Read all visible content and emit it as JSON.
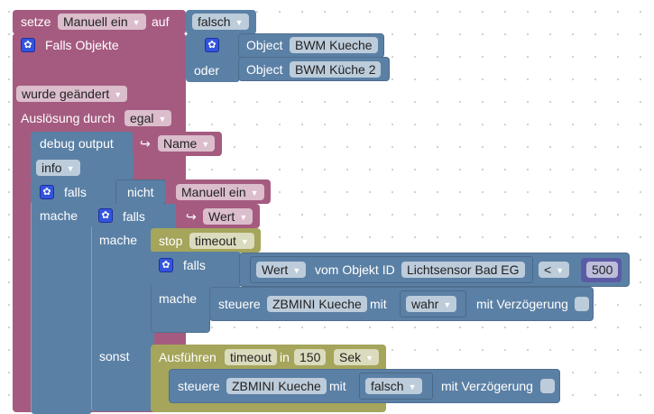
{
  "colors": {
    "variables": "#a55b80",
    "logic": "#5b80a5",
    "timeouts": "#a5a55b",
    "math": "#5b5ba5"
  },
  "set_var": {
    "label": "setze",
    "variable": "Manuell ein",
    "to_label": "auf",
    "value": "falsch"
  },
  "trigger": {
    "label": "Falls Objekte",
    "or_label": "oder",
    "objects": [
      {
        "prefix": "Object",
        "name": "BWM Kueche"
      },
      {
        "prefix": "Object",
        "name": "BWM Küche 2"
      }
    ],
    "condition": "wurde geändert",
    "ack_label": "Auslösung durch",
    "ack_value": "egal"
  },
  "debug": {
    "label": "debug output",
    "value": "Name",
    "level": "info"
  },
  "if1": {
    "if_label": "falls",
    "do_label": "mache",
    "not_label": "nicht",
    "variable": "Manuell ein"
  },
  "if2": {
    "if_label": "falls",
    "do_label": "mache",
    "else_label": "sonst",
    "value": "Wert"
  },
  "stop": {
    "label": "stop",
    "timeout": "timeout"
  },
  "if3": {
    "if_label": "falls",
    "do_label": "mache",
    "attr": "Wert",
    "from_label": "vom Objekt ID",
    "object": "Lichtsensor Bad EG",
    "operator": "<",
    "number": "500"
  },
  "control1": {
    "label": "steuere",
    "object": "ZBMINI Kueche",
    "with_label": "mit",
    "value": "wahr",
    "delay_label": "mit Verzögerung"
  },
  "timeout": {
    "label": "Ausführen",
    "name": "timeout",
    "in_label": "in",
    "value": "150",
    "unit": "Sek"
  },
  "control2": {
    "label": "steuere",
    "object": "ZBMINI Kueche",
    "with_label": "mit",
    "value": "falsch",
    "delay_label": "mit Verzögerung"
  }
}
